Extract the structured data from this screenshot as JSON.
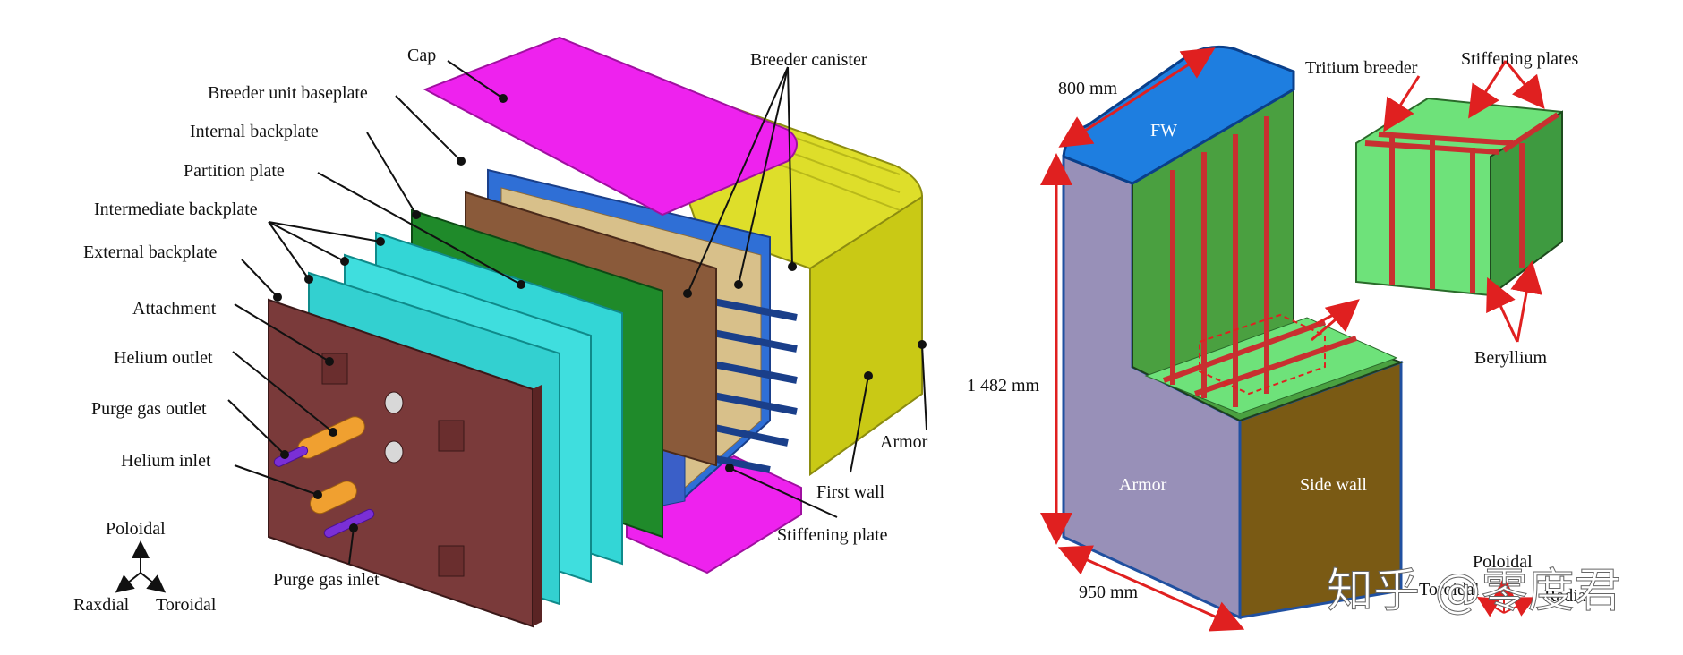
{
  "left": {
    "labels": {
      "cap": "Cap",
      "breeder_canister": "Breeder canister",
      "breeder_unit_baseplate": "Breeder unit baseplate",
      "internal_backplate": "Internal backplate",
      "partition_plate": "Partition plate",
      "intermediate_backplate": "Intermediate backplate",
      "external_backplate": "External backplate",
      "attachment": "Attachment",
      "helium_outlet": "Helium outlet",
      "purge_gas_outlet": "Purge gas outlet",
      "helium_inlet": "Helium inlet",
      "purge_gas_inlet": "Purge gas inlet",
      "armor": "Armor",
      "first_wall": "First wall",
      "stiffening_plate": "Stiffening plate"
    },
    "axes": {
      "poloidal": "Poloidal",
      "raxdial": "Raxdial",
      "toroidal": "Toroidal"
    }
  },
  "right": {
    "labels": {
      "dim_800": "800 mm",
      "dim_1482": "1 482 mm",
      "dim_950": "950 mm",
      "fw": "FW",
      "armor": "Armor",
      "side_wall": "Side wall",
      "tritium_breeder": "Tritium breeder",
      "stiffening_plates": "Stiffening plates",
      "beryllium": "Beryllium"
    },
    "axes": {
      "poloidal": "Poloidal",
      "toroidal": "Toroidal",
      "radial": "Radial"
    }
  },
  "watermark": "知乎 @零度君",
  "colors": {
    "magenta": "#ee22ee",
    "yellow": "#dede2a",
    "brown": "#7a3a3a",
    "cyan": "#33d6d6",
    "green": "#1f8a2a",
    "blue": "#2f6fd6",
    "tan": "#d8c08a",
    "armor_gray": "#9890b8",
    "side_brown": "#7a5a14",
    "fw_blue": "#1e7ee0",
    "breeder_green": "#6ee27a",
    "red": "#e02020",
    "orange": "#f0a030",
    "purple": "#7a2fd6"
  }
}
